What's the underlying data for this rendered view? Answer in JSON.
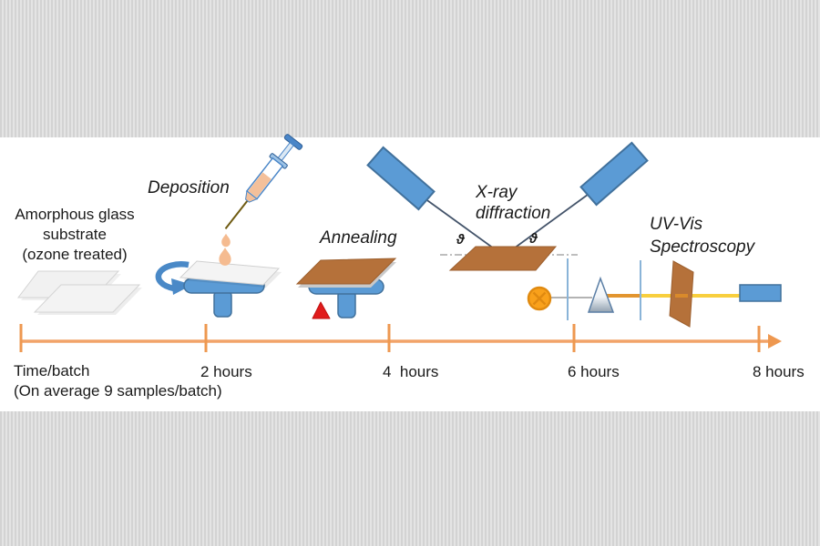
{
  "figure": {
    "substrate": {
      "label": "Amorphous glass\nsubstrate\n(ozone treated)"
    },
    "deposition": {
      "label": "Deposition"
    },
    "annealing": {
      "label": "Annealing"
    },
    "xrd": {
      "label": "X-ray\ndiffraction",
      "theta_left": "ϑ",
      "theta_right": "ϑ"
    },
    "uvvis": {
      "label": "UV-Vis\nSpectroscopy"
    },
    "timeline": {
      "axis_label": "Time/batch\n(On average 9 samples/batch)",
      "tick_labels": [
        "2 hours",
        "4  hours",
        "6 hours",
        "8 hours"
      ]
    }
  },
  "icons": {
    "glass_plates": "two-stacked-glass-slides",
    "rotation_arrow": "circular-spin-arrow",
    "syringe": "tilted-syringe-dispensing",
    "droplets": "two-falling-drops",
    "spin_coater": "blue-pedestal-with-white-plate",
    "hotplate": "blue-pedestal-with-copper-plate",
    "heat": "red-triangle",
    "xray_source": "tilted-blue-tube",
    "xray_detector": "tilted-blue-tube",
    "sample_plane": "dash-dot-line",
    "lamp": "orange-circle-with-cross",
    "prism": "triangular-prism",
    "slits": "vertical-blue-slit-lines",
    "uvvis_sample": "brown-thin-film-plate",
    "photodetector": "blue-rectangle",
    "timeline_axis": "orange-arrow-axis"
  },
  "colors": {
    "accent_blue": "#5B9BD5",
    "blue_border": "#41719C",
    "copper_brown": "#B5713A",
    "brown_border": "#9C5F2E",
    "timeline_orange": "#F2A369",
    "tick_orange": "#EE9850",
    "peach": "#F5BB90",
    "heat_red": "#E01B1B",
    "lamp_orange": "#F9A11B",
    "beam_yellow": "#F8CF3E",
    "stripe_gray": "#D4D4D4",
    "text_black": "#1A1A1A"
  }
}
